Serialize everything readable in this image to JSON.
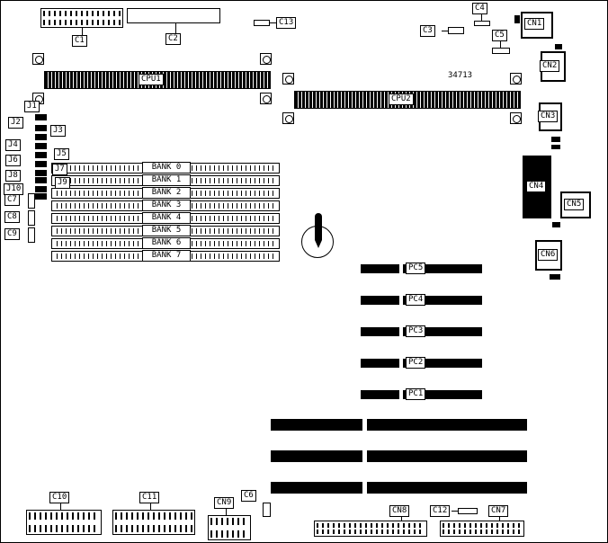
{
  "diagram": {
    "part_number": "34713",
    "cpu": {
      "cpu1": "CPU1",
      "cpu2": "CPU2"
    },
    "banks": [
      "BANK 0",
      "BANK 1",
      "BANK 2",
      "BANK 3",
      "BANK 4",
      "BANK 5",
      "BANK 6",
      "BANK 7"
    ],
    "pci": {
      "pc1": "PC1",
      "pc2": "PC2",
      "pc3": "PC3",
      "pc4": "PC4",
      "pc5": "PC5"
    },
    "caps": {
      "c1": "C1",
      "c2": "C2",
      "c3": "C3",
      "c4": "C4",
      "c5": "C5",
      "c6": "C6",
      "c7": "C7",
      "c8": "C8",
      "c9": "C9",
      "c10": "C10",
      "c11": "C11",
      "c12": "C12",
      "c13": "C13"
    },
    "conns": {
      "cn1": "CN1",
      "cn2": "CN2",
      "cn3": "CN3",
      "cn4": "CN4",
      "cn5": "CN5",
      "cn6": "CN6",
      "cn7": "CN7",
      "cn8": "CN8",
      "cn9": "CN9"
    },
    "jumpers": {
      "j1": "J1",
      "j2": "J2",
      "j3": "J3",
      "j4": "J4",
      "j5": "J5",
      "j6": "J6",
      "j7": "J7",
      "j8": "J8",
      "j9": "J9",
      "j10": "J10"
    }
  }
}
